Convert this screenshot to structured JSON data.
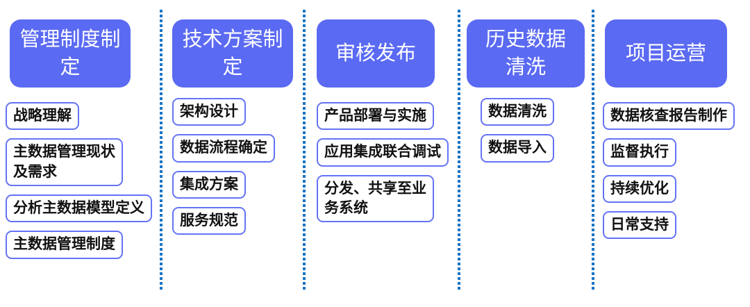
{
  "diagram": {
    "type": "process-stages",
    "colors": {
      "header_bg": "#5b6af2",
      "header_text": "#ffffff",
      "item_border": "#6473f5",
      "item_text": "#111111",
      "divider_dots": "#1a74c4",
      "background": "#ffffff"
    },
    "columns": [
      {
        "id": "management-policy",
        "header": "管理制度制\n定",
        "items": [
          "战略理解",
          "主数据管理现状\n及需求",
          "分析主数据模型定义",
          "主数据管理制度"
        ]
      },
      {
        "id": "technical-plan",
        "header": "技术方案制\n定",
        "items": [
          "架构设计",
          "数据流程确定",
          "集成方案",
          "服务规范"
        ]
      },
      {
        "id": "review-release",
        "header": "审核发布",
        "items": [
          "产品部署与实施",
          "应用集成联合调试",
          "分发、共享至业\n务系统"
        ]
      },
      {
        "id": "history-data-cleaning",
        "header": "历史数据\n清洗",
        "items": [
          "数据清洗",
          "数据导入"
        ]
      },
      {
        "id": "project-operation",
        "header": "项目运营",
        "items": [
          "数据核查报告制作",
          "监督执行",
          "持续优化",
          "日常支持"
        ]
      }
    ]
  }
}
